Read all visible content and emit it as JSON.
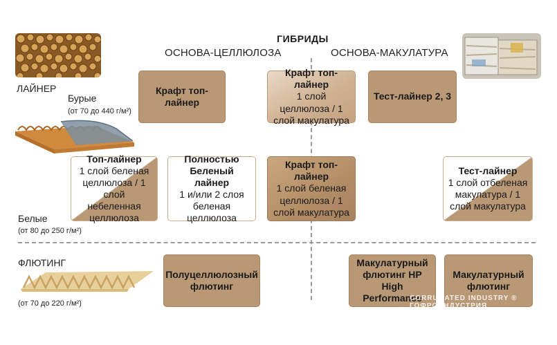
{
  "title": "ГИБРИДЫ",
  "columns": {
    "cellulose": "ОСНОВА-ЦЕЛЛЮЛОЗА",
    "recycled": "ОСНОВА-МАКУЛАТУРА"
  },
  "rows": {
    "liner": "ЛАЙНЕР",
    "brown": "Бурые",
    "brown_range": "(от 70 до 440 г/м²)",
    "white": "Белые",
    "white_range": "(от 80 до 250 г/м²)",
    "fluting": "ФЛЮТИНГ",
    "fluting_range": "(от 70 до 220 г/м²)"
  },
  "boxes": {
    "kraft_top_liner": {
      "title": "Крафт топ-лайнер"
    },
    "hybrid_brown": {
      "title": "Крафт топ-лайнер",
      "desc": "1 слой целлюлоза / 1 слой макулатура"
    },
    "test_liner_23": {
      "title": "Тест-лайнер 2, 3"
    },
    "top_liner_white": {
      "title": "Топ-лайнер",
      "desc": "1 слой беленая целлюлоза / 1 слой небеленная целлюлоза"
    },
    "fully_bleached": {
      "title": "Полностью Беленый лайнер",
      "desc": "1 и/или 2 слоя беленая целлюлоза"
    },
    "hybrid_white": {
      "title": "Крафт топ-лайнер",
      "desc": "1 слой беленая целлюлоза / 1 слой макулатура"
    },
    "test_liner_white": {
      "title": "Тест-лайнер",
      "desc": "1 слой отбеленая макулатура / 1 слой макулатура"
    },
    "semi_cellulose_fluting": {
      "title": "Полуцеллюлозный флютинг"
    },
    "recycled_fluting_hp": {
      "title": "Макулатурный флютинг HP High Performance"
    },
    "recycled_fluting": {
      "title": "Макулатурный флютинг"
    }
  },
  "watermark": "CORRUGATED INDUSTRY ® ГОФРОИНДУСТРИЯ",
  "colors": {
    "dark_box": "#b99876",
    "light_border": "#c9ad8c",
    "dash": "#9a9a9a"
  }
}
